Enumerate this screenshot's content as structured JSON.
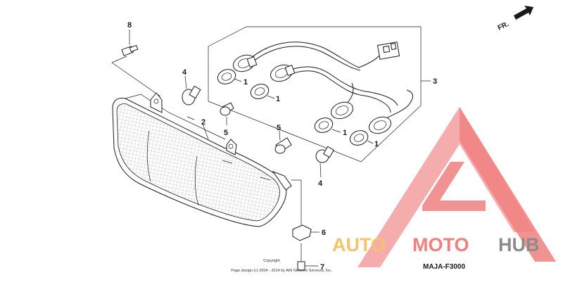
{
  "diagram": {
    "fr_label": "FR.",
    "part_numbers": {
      "p1a": "1",
      "p1b": "1",
      "p1c": "1",
      "p1d": "1",
      "p2": "2",
      "p3": "3",
      "p4a": "4",
      "p4b": "4",
      "p5a": "5",
      "p5b": "5",
      "p6": "6",
      "p7": "7",
      "p8": "8"
    },
    "diagram_code": "MAJA-F3000",
    "copyright_line1": "Copyright",
    "copyright_line2": "Page design (c) 2004 - 2014 by ARI Network Services, Inc."
  },
  "watermark": {
    "word_part1": "AUTO",
    "word_part2": "MOTO",
    "word_part3": "HUB",
    "colors": {
      "triangle": "#f08080",
      "auto": "#f2c46d",
      "moto": "#f08080",
      "hub": "#8c8c8c"
    }
  }
}
